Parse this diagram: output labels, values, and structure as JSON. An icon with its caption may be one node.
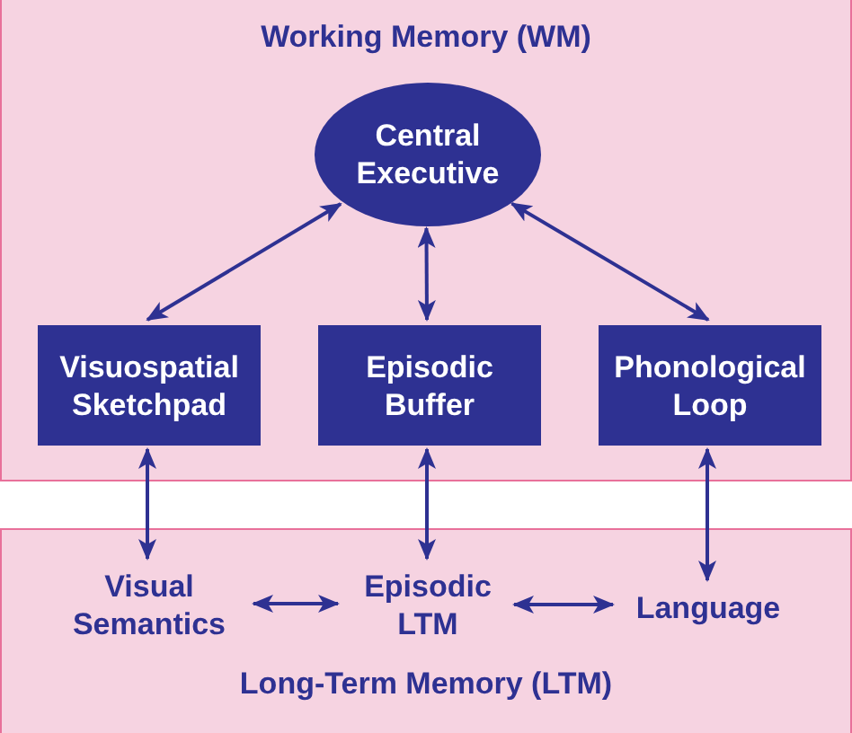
{
  "diagram": {
    "nodes": [
      {
        "text": [
          "Working Memory (WM)"
        ]
      },
      {
        "text": [
          "Central Executive"
        ],
        "in": 0
      },
      {
        "text": [
          "Visuospatial Sketchpad"
        ],
        "in": 0
      },
      {
        "text": [
          "Episodic Buffer"
        ],
        "in": 0
      },
      {
        "text": [
          "Phonological Loop"
        ],
        "in": 0
      },
      {
        "text": [
          "Long-Term Memory (LTM)"
        ]
      },
      {
        "text": [
          "Visual Semantics"
        ],
        "in": 5
      },
      {
        "text": [
          "Episodic LTM"
        ],
        "in": 5
      },
      {
        "text": [
          "Language"
        ],
        "in": 5
      }
    ],
    "edges": [
      {
        "from": 1,
        "to": 2,
        "arrow": "both"
      },
      {
        "from": 1,
        "to": 3,
        "arrow": "both"
      },
      {
        "from": 1,
        "to": 4,
        "arrow": "both"
      },
      {
        "from": 2,
        "to": 6,
        "arrow": "both"
      },
      {
        "from": 3,
        "to": 7,
        "arrow": "both"
      },
      {
        "from": 4,
        "to": 8,
        "arrow": "both"
      },
      {
        "from": 6,
        "to": 7,
        "arrow": "both"
      },
      {
        "from": 7,
        "to": 8,
        "arrow": "both"
      }
    ]
  }
}
